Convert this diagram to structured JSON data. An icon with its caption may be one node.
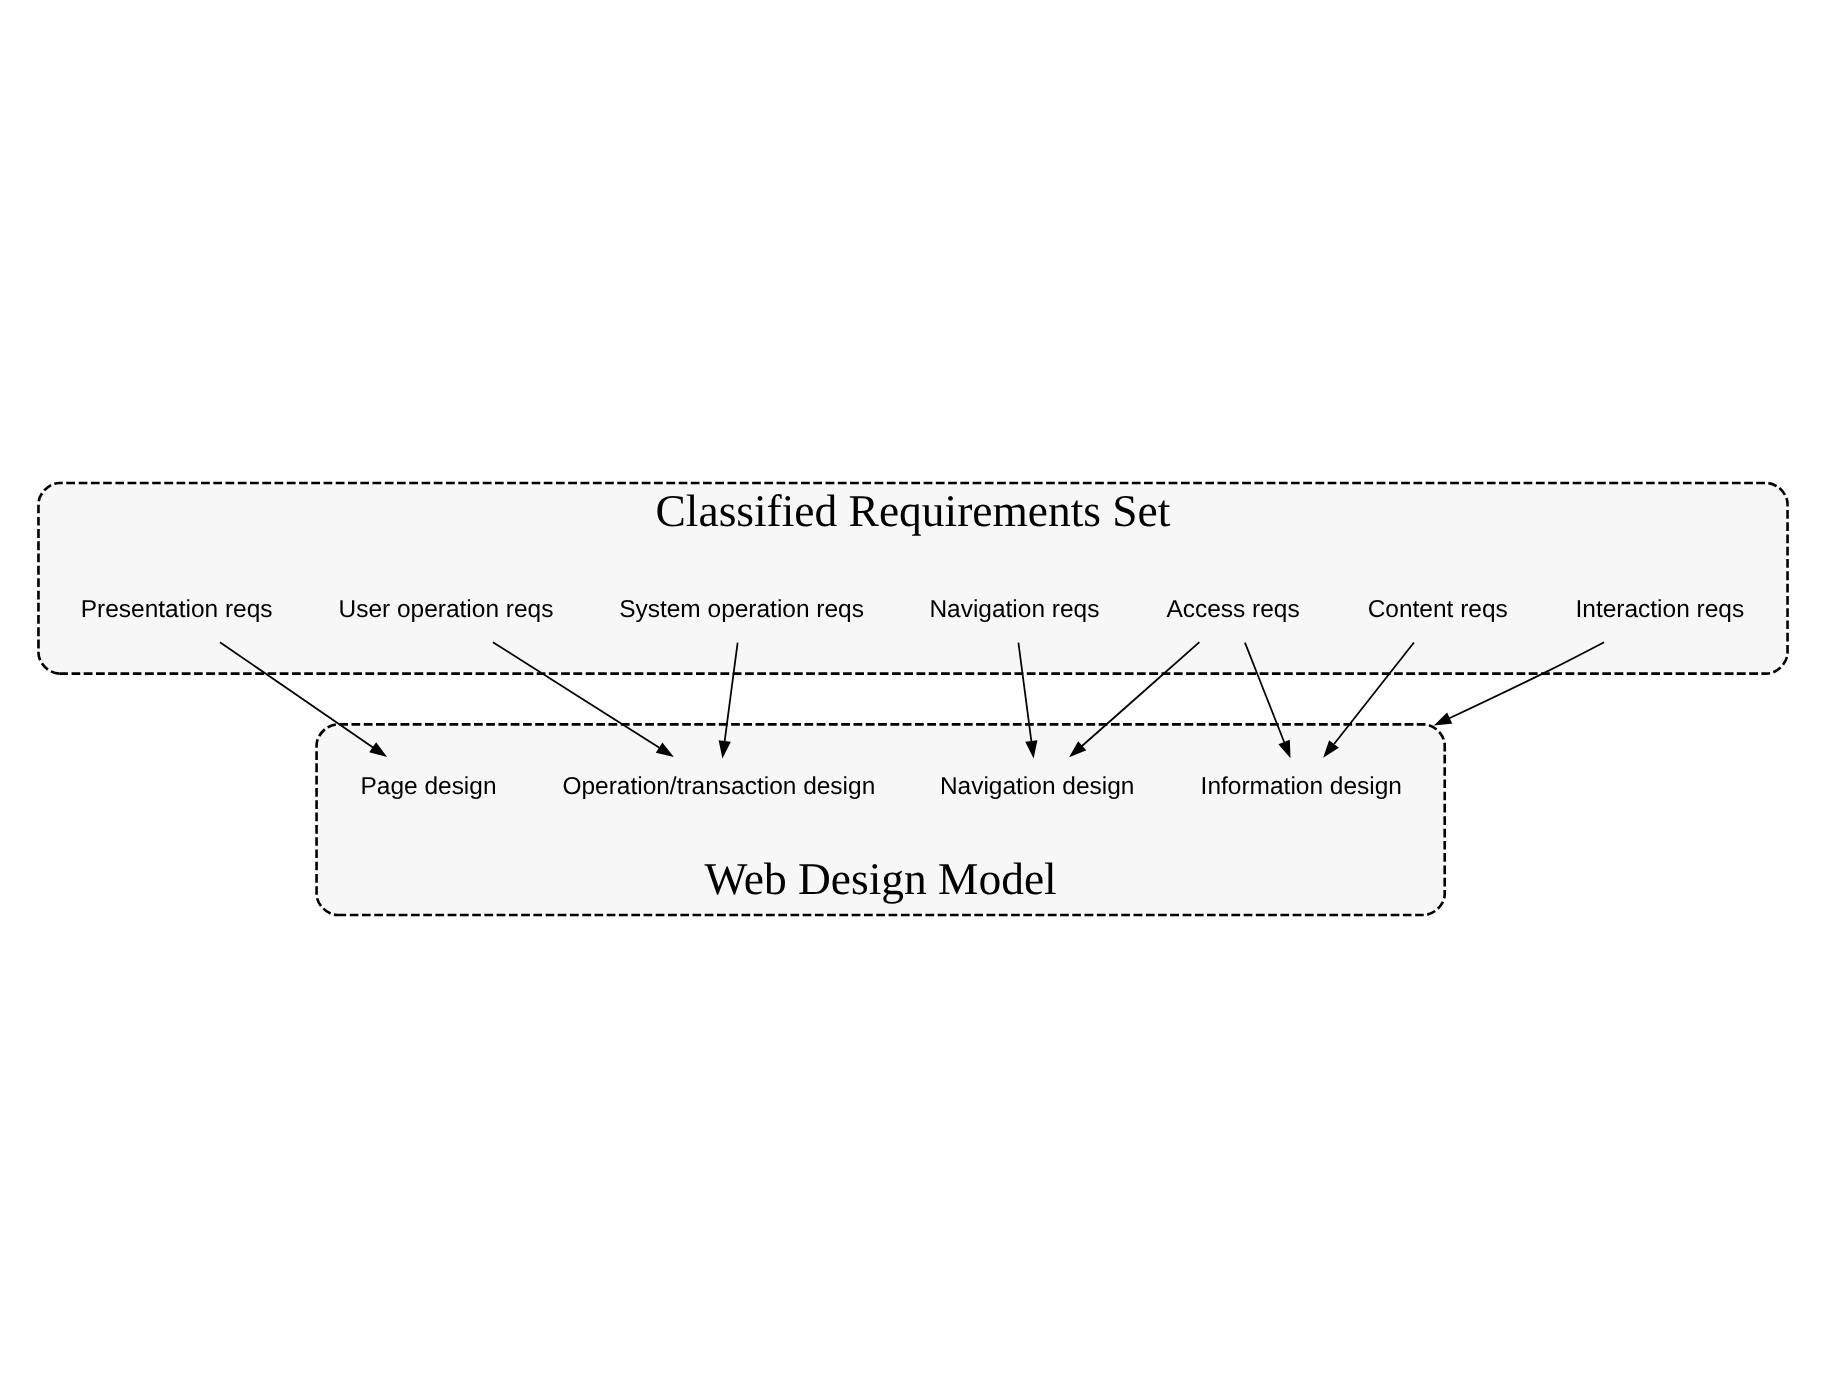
{
  "diagram": {
    "nodes": [
      {
        "text": [
          "Classified Requirements Set"
        ]
      },
      {
        "text": [
          "Access reqs"
        ],
        "in": 0
      },
      {
        "text": [
          "Interaction reqs"
        ],
        "in": 0
      },
      {
        "text": [
          "System operation reqs"
        ],
        "in": 0
      },
      {
        "text": [
          "Content reqs"
        ],
        "in": 0
      },
      {
        "text": [
          "Navigation reqs"
        ],
        "in": 0
      },
      {
        "text": [
          "Presentation reqs"
        ],
        "in": 0
      },
      {
        "text": [
          "User operation reqs"
        ],
        "in": 0
      },
      {
        "text": [
          "Web Design Model"
        ]
      },
      {
        "text": [
          "Information design"
        ],
        "in": 8
      },
      {
        "text": [
          "Navigation design"
        ],
        "in": 8
      },
      {
        "text": [
          "Page design"
        ],
        "in": 8
      },
      {
        "text": [
          "Operation/transaction design"
        ],
        "in": 8
      }
    ],
    "edges": [
      {
        "from": 4,
        "to": 9,
        "arrow": "to"
      },
      {
        "from": 1,
        "to": 9,
        "arrow": "to"
      },
      {
        "from": 1,
        "to": 10,
        "arrow": "to"
      },
      {
        "from": 5,
        "to": 10,
        "arrow": "to"
      },
      {
        "from": 2,
        "to": 8,
        "arrow": "to"
      },
      {
        "from": 6,
        "to": 11,
        "arrow": "to"
      },
      {
        "from": 3,
        "to": 12,
        "arrow": "to"
      },
      {
        "from": 7,
        "to": 12,
        "arrow": "to"
      }
    ]
  }
}
